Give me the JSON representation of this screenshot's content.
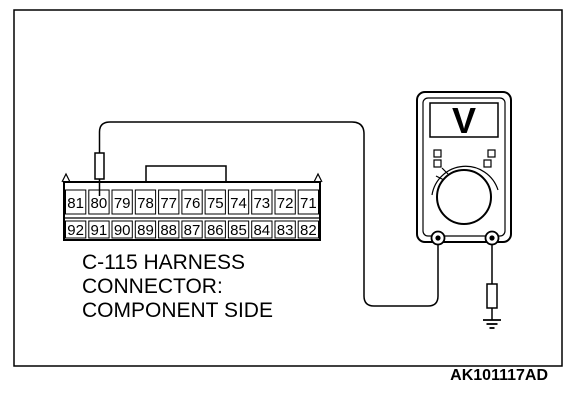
{
  "connector": {
    "pins_top": [
      "81",
      "80",
      "79",
      "78",
      "77",
      "76",
      "75",
      "74",
      "73",
      "72",
      "71"
    ],
    "pins_bottom": [
      "92",
      "91",
      "90",
      "89",
      "88",
      "87",
      "86",
      "85",
      "84",
      "83",
      "82"
    ],
    "probe_pin": "80"
  },
  "caption": {
    "line1": "C-115 HARNESS",
    "line2": "CONNECTOR:",
    "line3": "COMPONENT SIDE"
  },
  "meter": {
    "display_symbol": "V"
  },
  "reference_code": "AK101117AD"
}
